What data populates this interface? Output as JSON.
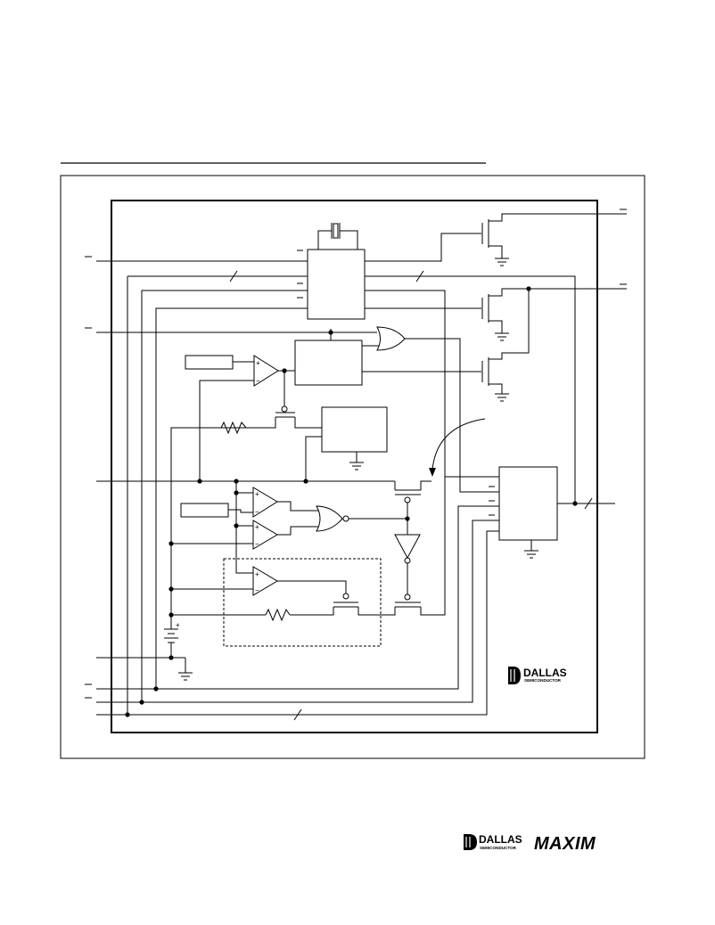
{
  "diagram": {
    "logo_inside": {
      "brand": "DALLAS",
      "sub": "SEMICONDUCTOR"
    }
  },
  "footer": {
    "dallas_brand": "DALLAS",
    "dallas_sub": "SEMICONDUCTOR",
    "maxim_brand": "MAXIM"
  }
}
